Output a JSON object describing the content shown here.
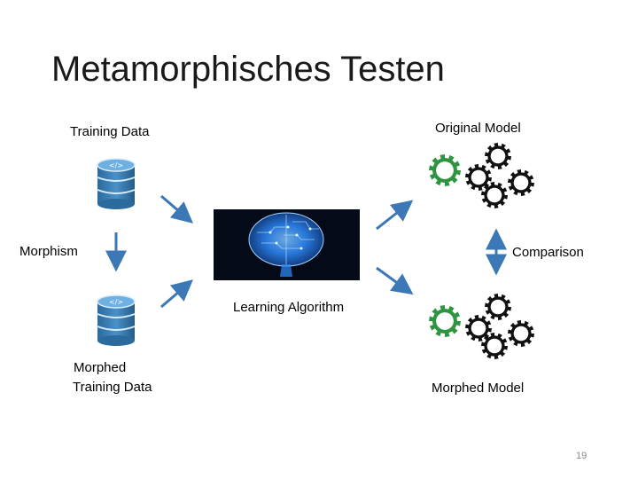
{
  "slide": {
    "title": "Metamorphisches Testen",
    "page_number": "19"
  },
  "labels": {
    "training_data": "Training Data",
    "original_model": "Original Model",
    "morphism": "Morphism",
    "comparison": "Comparison",
    "learning_algorithm": "Learning Algorithm",
    "morphed_training_data_line1": "Morphed",
    "morphed_training_data_line2": "Training Data",
    "morphed_model": "Morphed Model"
  },
  "colors": {
    "arrow": "#3b78b5",
    "database": "#3d7fb5",
    "gear_green": "#2e9440",
    "gear_black": "#111111",
    "brain_bg": "#050a18",
    "brain_glow": "#2e8cff"
  },
  "icons": [
    "database-icon",
    "brain-icon",
    "gears-icon"
  ]
}
